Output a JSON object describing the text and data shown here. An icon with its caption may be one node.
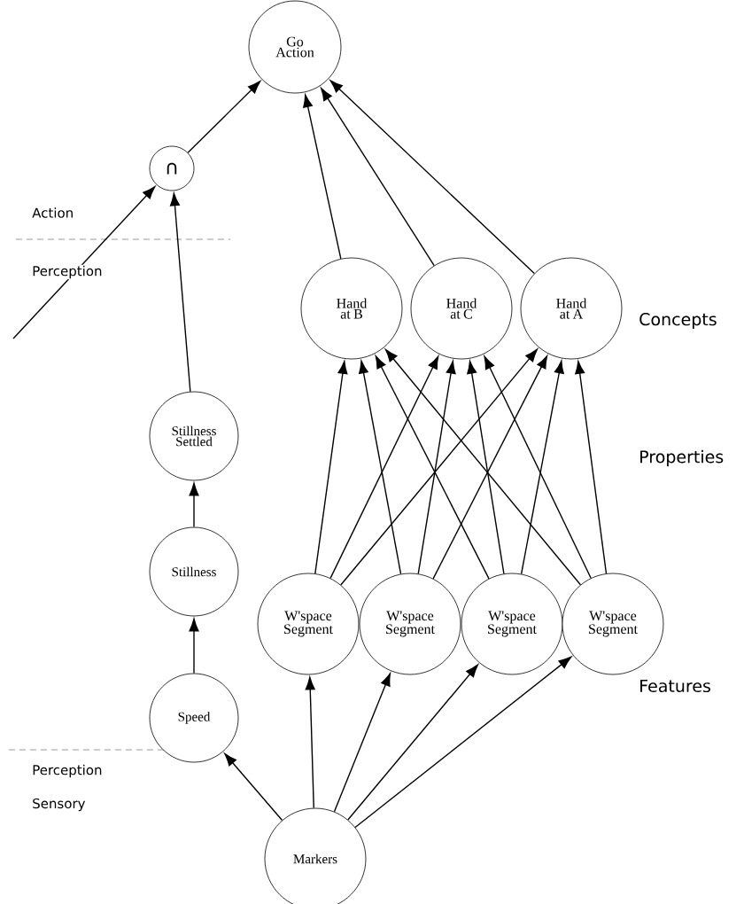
{
  "diagram": {
    "nodes": [
      {
        "text": [
          "Go Action"
        ]
      },
      {
        "text": [
          "∩"
        ]
      },
      {
        "text": [
          "Hand at B"
        ]
      },
      {
        "text": [
          "Hand at C"
        ]
      },
      {
        "text": [
          "Hand at A"
        ]
      },
      {
        "text": [
          "Stillness Settled"
        ]
      },
      {
        "text": [
          "Stillness"
        ]
      },
      {
        "text": [
          "W'space Segment"
        ]
      },
      {
        "text": [
          "W'space Segment"
        ]
      },
      {
        "text": [
          "W'space Segment"
        ]
      },
      {
        "text": [
          "W'space Segment"
        ]
      },
      {
        "text": [
          "Speed"
        ]
      },
      {
        "text": [
          "Markers"
        ]
      }
    ],
    "edges": [
      {
        "from": 1,
        "to": 0,
        "arrow": "to"
      },
      {
        "from": null,
        "to": 1,
        "arrow": "to"
      },
      {
        "from": 2,
        "to": 0,
        "arrow": "to"
      },
      {
        "from": 3,
        "to": 0,
        "arrow": "to"
      },
      {
        "from": 4,
        "to": 0,
        "arrow": "to"
      },
      {
        "from": 5,
        "to": 1,
        "arrow": "to"
      },
      {
        "from": 6,
        "to": 5,
        "arrow": "to"
      },
      {
        "from": 11,
        "to": 6,
        "arrow": "to"
      },
      {
        "from": 12,
        "to": 11,
        "arrow": "to"
      },
      {
        "from": 12,
        "to": 7,
        "arrow": "to"
      },
      {
        "from": 12,
        "to": 8,
        "arrow": "to"
      },
      {
        "from": 12,
        "to": 9,
        "arrow": "to"
      },
      {
        "from": 12,
        "to": 10,
        "arrow": "to"
      },
      {
        "from": 7,
        "to": 2,
        "arrow": "to"
      },
      {
        "from": 7,
        "to": 3,
        "arrow": "to"
      },
      {
        "from": 7,
        "to": 4,
        "arrow": "to"
      },
      {
        "from": 8,
        "to": 2,
        "arrow": "to"
      },
      {
        "from": 8,
        "to": 3,
        "arrow": "to"
      },
      {
        "from": 8,
        "to": 4,
        "arrow": "to"
      },
      {
        "from": 9,
        "to": 2,
        "arrow": "to"
      },
      {
        "from": 9,
        "to": 3,
        "arrow": "to"
      },
      {
        "from": 9,
        "to": 4,
        "arrow": "to"
      },
      {
        "from": 10,
        "to": 2,
        "arrow": "to"
      },
      {
        "from": 10,
        "to": 3,
        "arrow": "to"
      },
      {
        "from": 10,
        "to": 4,
        "arrow": "to"
      }
    ],
    "labels": [
      "Action",
      "Perception",
      "Concepts",
      "Properties",
      "Features",
      "Perception",
      "Sensory"
    ]
  }
}
